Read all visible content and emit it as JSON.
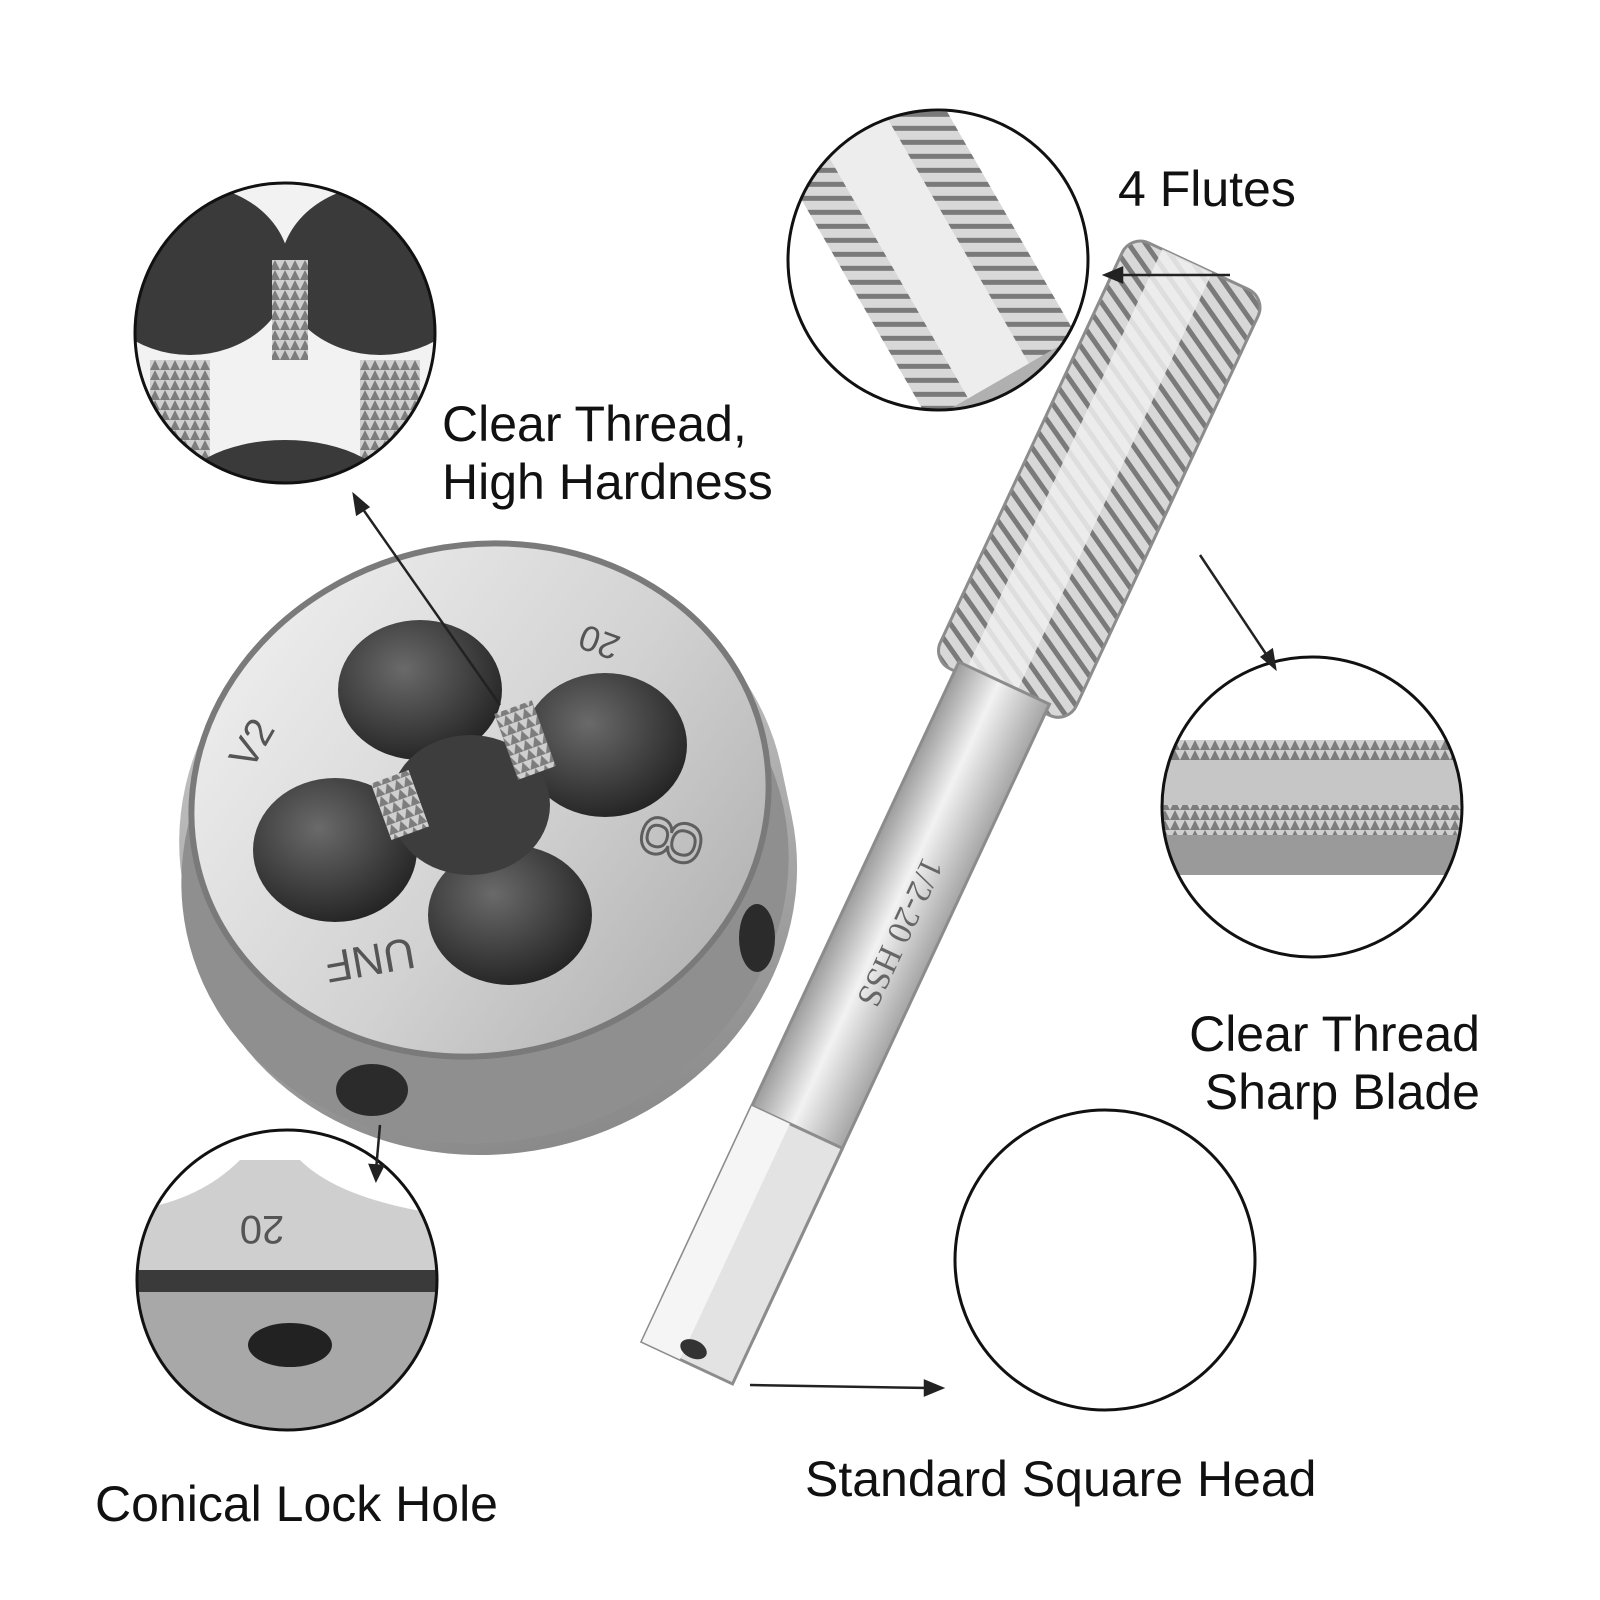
{
  "colors": {
    "background": "#ffffff",
    "text": "#111111",
    "steel_light": "#e6e6e6",
    "steel_mid": "#b5b5b5",
    "steel_dark": "#5a5a5a",
    "leader_line": "#222222"
  },
  "callouts": {
    "flutes": {
      "lines": [
        "4 Flutes"
      ]
    },
    "die_thread": {
      "lines": [
        "Clear Thread,",
        "High Hardness"
      ]
    },
    "tap_thread": {
      "lines": [
        "Clear Thread",
        "Sharp Blade"
      ]
    },
    "lock_hole": {
      "lines": [
        "Conical Lock Hole"
      ]
    },
    "square_head": {
      "lines": [
        "Standard Square Head"
      ]
    }
  },
  "die_markings": {
    "size": "20",
    "version": "V2",
    "standard": "UNF",
    "diameter": "8"
  },
  "tap_marking": "1/2-20 HSS",
  "detail_markings": {
    "lock_hole_detail": "20"
  },
  "icons": {
    "die": "round-threading-die",
    "tap": "hand-tap",
    "magnifier": "detail-circle-magnifier"
  }
}
